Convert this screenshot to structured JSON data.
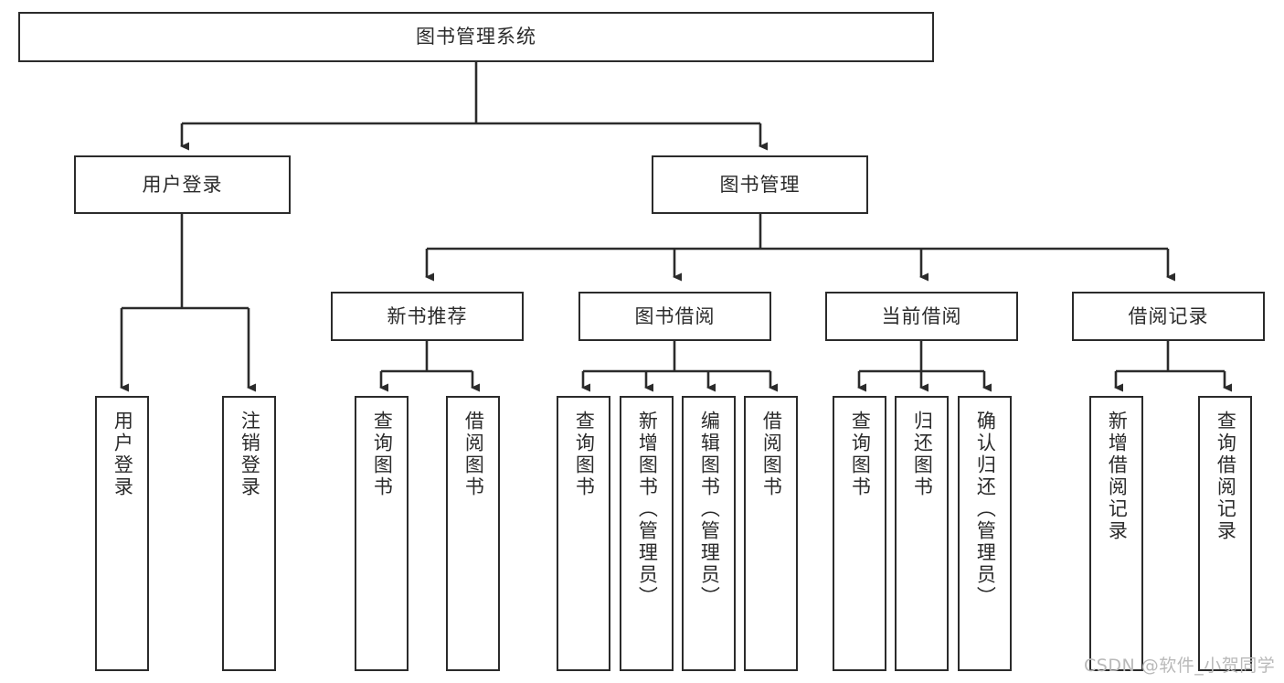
{
  "diagram": {
    "type": "tree-hierarchy",
    "title": "图书管理系统",
    "root": {
      "id": "root",
      "label": "图书管理系统"
    },
    "level2": [
      {
        "id": "user-login",
        "label": "用户登录"
      },
      {
        "id": "book-manage",
        "label": "图书管理"
      }
    ],
    "level3": [
      {
        "id": "new-book-recommend",
        "label": "新书推荐",
        "parent": "book-manage"
      },
      {
        "id": "book-borrow",
        "label": "图书借阅",
        "parent": "book-manage"
      },
      {
        "id": "current-borrow",
        "label": "当前借阅",
        "parent": "book-manage"
      },
      {
        "id": "borrow-record",
        "label": "借阅记录",
        "parent": "book-manage"
      }
    ],
    "leaves": {
      "user_login": [
        {
          "id": "leaf-user-login",
          "label": "用户登录"
        },
        {
          "id": "leaf-logout-login",
          "label": "注销登录"
        }
      ],
      "new_book_recommend": [
        {
          "id": "leaf-query-book-1",
          "label": "查询图书"
        },
        {
          "id": "leaf-borrow-book-1",
          "label": "借阅图书"
        }
      ],
      "book_borrow": [
        {
          "id": "leaf-query-book-2",
          "label": "查询图书"
        },
        {
          "id": "leaf-add-book",
          "label": "新增图书（管理员）"
        },
        {
          "id": "leaf-edit-book",
          "label": "编辑图书（管理员）"
        },
        {
          "id": "leaf-borrow-book-2",
          "label": "借阅图书"
        }
      ],
      "current_borrow": [
        {
          "id": "leaf-query-book-3",
          "label": "查询图书"
        },
        {
          "id": "leaf-return-book",
          "label": "归还图书"
        },
        {
          "id": "leaf-confirm-return",
          "label": "确认归还（管理员）"
        }
      ],
      "borrow_record": [
        {
          "id": "leaf-add-borrow-record",
          "label": "新增借阅记录"
        },
        {
          "id": "leaf-query-borrow-record",
          "label": "查询借阅记录"
        }
      ]
    },
    "colors": {
      "stroke": "#2b2b2b",
      "fill": "#ffffff",
      "text": "#2b2b2b",
      "watermark": "#b9b9b9"
    }
  },
  "watermark": {
    "text": "CSDN @软件_小贺同学"
  }
}
